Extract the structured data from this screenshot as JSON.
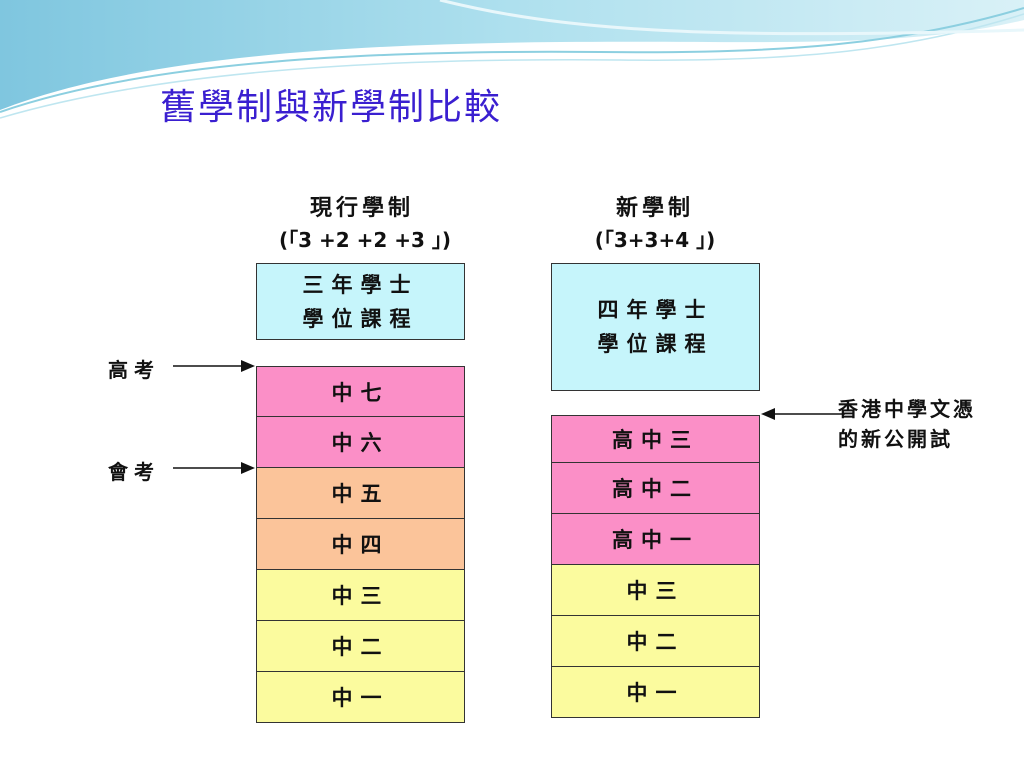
{
  "slide": {
    "title": "舊學制與新學制比較"
  },
  "current": {
    "heading": "現行學制",
    "subheading": "(「3 +2 +2 +3 」)",
    "degree": [
      "三年學士",
      "學位課程"
    ],
    "levels": [
      {
        "label": "中七",
        "color": "pink"
      },
      {
        "label": "中六",
        "color": "pink"
      },
      {
        "label": "中五",
        "color": "orange"
      },
      {
        "label": "中四",
        "color": "orange"
      },
      {
        "label": "中三",
        "color": "yellow"
      },
      {
        "label": "中二",
        "color": "yellow"
      },
      {
        "label": "中一",
        "color": "yellow"
      }
    ],
    "exams": [
      "高考",
      "會考"
    ]
  },
  "new": {
    "heading": "新學制",
    "subheading": "(「3+3+4 」)",
    "degree": [
      "四年學士",
      "學位課程"
    ],
    "levels": [
      {
        "label": "高中三",
        "color": "pink"
      },
      {
        "label": "高中二",
        "color": "pink"
      },
      {
        "label": "高中一",
        "color": "pink"
      },
      {
        "label": "中三",
        "color": "yellow"
      },
      {
        "label": "中二",
        "color": "yellow"
      },
      {
        "label": "中一",
        "color": "yellow"
      }
    ],
    "exam": [
      "香港中學文憑",
      "的新公開試"
    ]
  },
  "colors": {
    "title": "#3a1fd0",
    "degree": "#c6f5fb",
    "pink": "#fb8fc7",
    "orange": "#fbc49a",
    "yellow": "#fbfb9e"
  }
}
